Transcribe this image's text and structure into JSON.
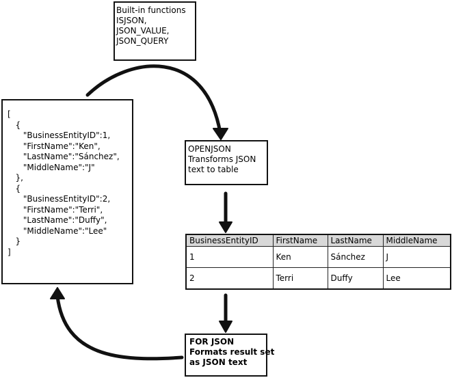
{
  "builtin_box": {
    "text": "Built-in functions\nISJSON,\nJSON_VALUE,\nJSON_QUERY"
  },
  "json_box": {
    "text": "[\n   {\n      \"BusinessEntityID\":1,\n      \"FirstName\":\"Ken\",\n      \"LastName\":\"Sánchez\",\n      \"MiddleName\":\"J\"\n   },\n   {\n      \"BusinessEntityID\":2,\n      \"FirstName\":\"Terri\",\n      \"LastName\":\"Duffy\",\n      \"MiddleName\":\"Lee\"\n   }\n]"
  },
  "openjson_box": {
    "text": "OPENJSON\nTransforms JSON\ntext to table"
  },
  "table": {
    "headers": [
      "BusinessEntityID",
      "FirstName",
      "LastName",
      "MiddleName"
    ],
    "rows": [
      [
        "1",
        "Ken",
        "Sánchez",
        "J"
      ],
      [
        "2",
        "Terri",
        "Duffy",
        "Lee"
      ]
    ]
  },
  "forjson_box": {
    "text": "FOR JSON\nFormats result set\nas JSON text"
  },
  "colors": {
    "stroke": "#111111",
    "header_fill": "#d8d8d8"
  }
}
